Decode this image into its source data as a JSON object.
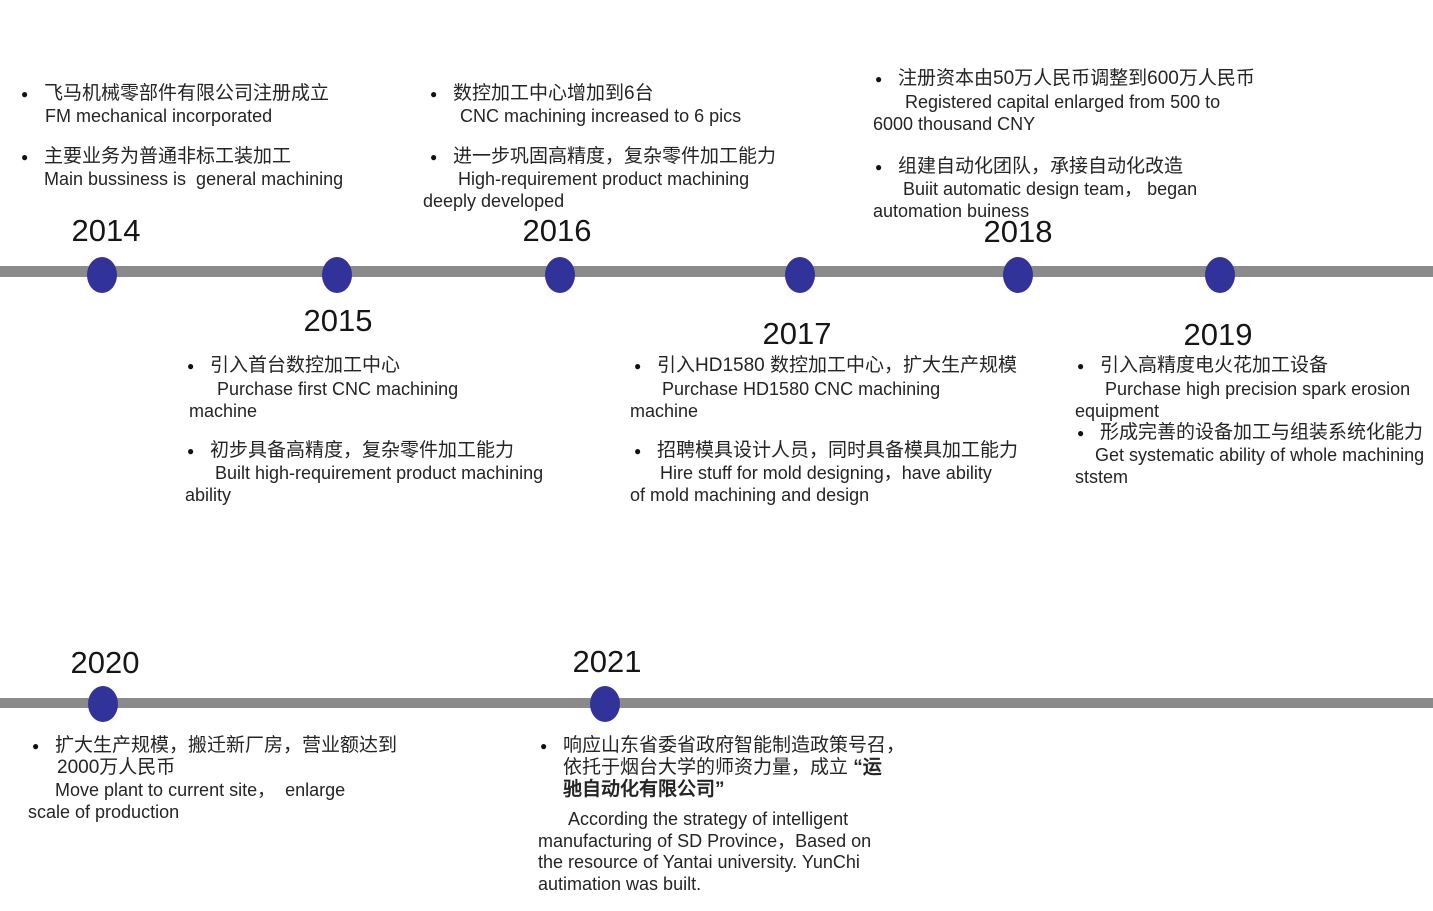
{
  "glyphs": {
    "bullet": "●"
  },
  "colors": {
    "dot_blue": "#32329B",
    "bar_gray": "#8A8A8A",
    "text": "#242424"
  },
  "years": {
    "y2014": "2014",
    "y2015": "2015",
    "y2016": "2016",
    "y2017": "2017",
    "y2018": "2018",
    "y2019": "2019",
    "y2020": "2020",
    "y2021": "2021"
  },
  "events": {
    "e2014": {
      "lines": [
        {
          "text": "飞马机械零部件有限公司注册成立"
        },
        {
          "text": "FM mechanical incorporated"
        },
        {
          "text": "主要业务为普通非标工装加工"
        },
        {
          "text": "Main bussiness is  general machining"
        }
      ]
    },
    "e2016": {
      "lines": [
        {
          "text": "数控加工中心增加到6台"
        },
        {
          "text": "CNC machining increased to 6 pics"
        },
        {
          "text": "进一步巩固高精度，复杂零件加工能力"
        },
        {
          "text": "High-requirement product machining"
        },
        {
          "text": "deeply developed"
        }
      ]
    },
    "e2018": {
      "lines": [
        {
          "text": "注册资本由50万人民币调整到600万人民币"
        },
        {
          "text": "Registered capital enlarged from 500 to"
        },
        {
          "text": "6000 thousand CNY"
        },
        {
          "text": "组建自动化团队，承接自动化改造"
        },
        {
          "text": "Buiit automatic design team， began"
        },
        {
          "text": "automation buiness"
        }
      ]
    },
    "e2015": {
      "lines": [
        {
          "text": "引入首台数控加工中心"
        },
        {
          "text": "Purchase first CNC machining"
        },
        {
          "text": "machine"
        },
        {
          "text": "初步具备高精度，复杂零件加工能力"
        },
        {
          "text": "Built high-requirement product machining"
        },
        {
          "text": "ability"
        }
      ]
    },
    "e2017": {
      "lines": [
        {
          "text": "引入HD1580 数控加工中心，扩大生产规模"
        },
        {
          "text": "Purchase HD1580 CNC machining"
        },
        {
          "text": "machine"
        },
        {
          "text": "招聘模具设计人员，同时具备模具加工能力"
        },
        {
          "text": "Hire stuff for mold designing，have ability"
        },
        {
          "text": "of mold machining and design"
        }
      ]
    },
    "e2019": {
      "lines": [
        {
          "text": "引入高精度电火花加工设备"
        },
        {
          "text": "Purchase high precision spark erosion"
        },
        {
          "text": "equipment"
        },
        {
          "text": "形成完善的设备加工与组装系统化能力"
        },
        {
          "text": "Get systematic ability of whole machining"
        },
        {
          "text": "ststem"
        }
      ]
    },
    "e2020": {
      "lines": [
        {
          "text": "扩大生产规模，搬迁新厂房，营业额达到"
        },
        {
          "text": "2000万人民币"
        },
        {
          "text": "Move plant to current site，  enlarge"
        },
        {
          "text": "scale of production"
        }
      ]
    },
    "e2021": {
      "lines": [
        {
          "text": "响应山东省委省政府智能制造政策号召，"
        },
        {
          "pre": "依托于烟台大学的师资力量，成立 ",
          "bold": "“运"
        },
        {
          "bold": "驰自动化有限公司”"
        },
        {
          "text": "According the strategy of intelligent"
        },
        {
          "text": "manufacturing of SD Province，Based on"
        },
        {
          "text": "the resource of Yantai university. YunChi"
        },
        {
          "text": "autimation was built."
        }
      ]
    }
  }
}
